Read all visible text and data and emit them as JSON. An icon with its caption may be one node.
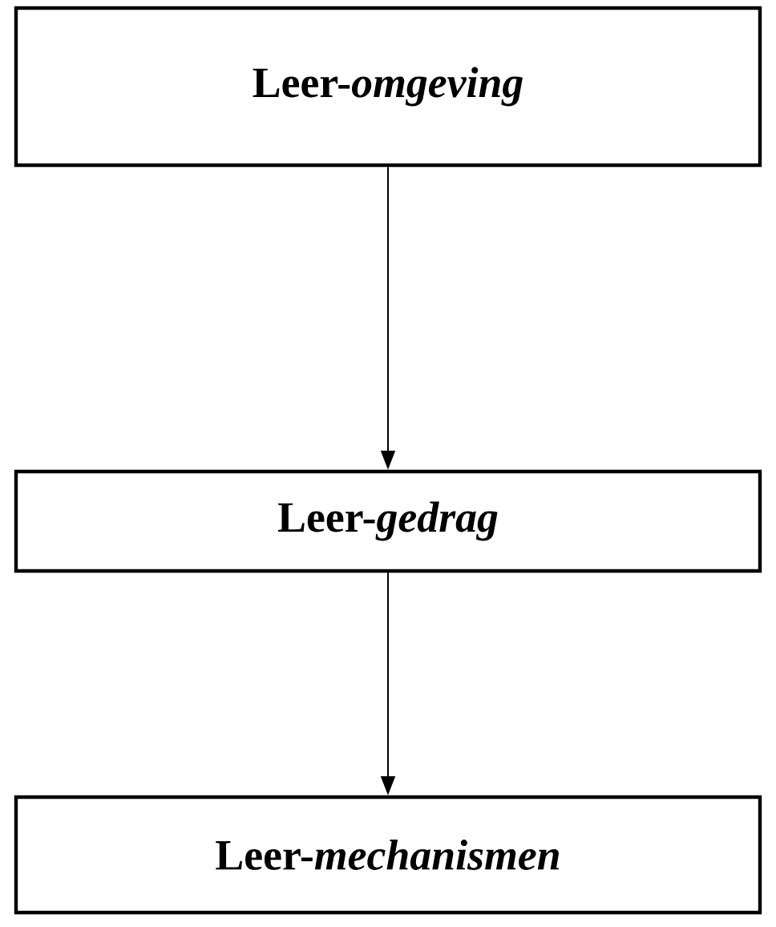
{
  "diagram": {
    "nodes": [
      {
        "text": [
          "Leer-*omgeving*"
        ]
      },
      {
        "text": [
          "Leer-*gedrag*"
        ]
      },
      {
        "text": [
          "Leer-*mechanismen*"
        ]
      }
    ],
    "edges": [
      {
        "from": 0,
        "to": 1,
        "arrow": "to"
      },
      {
        "from": 1,
        "to": 2,
        "arrow": "to"
      }
    ]
  }
}
